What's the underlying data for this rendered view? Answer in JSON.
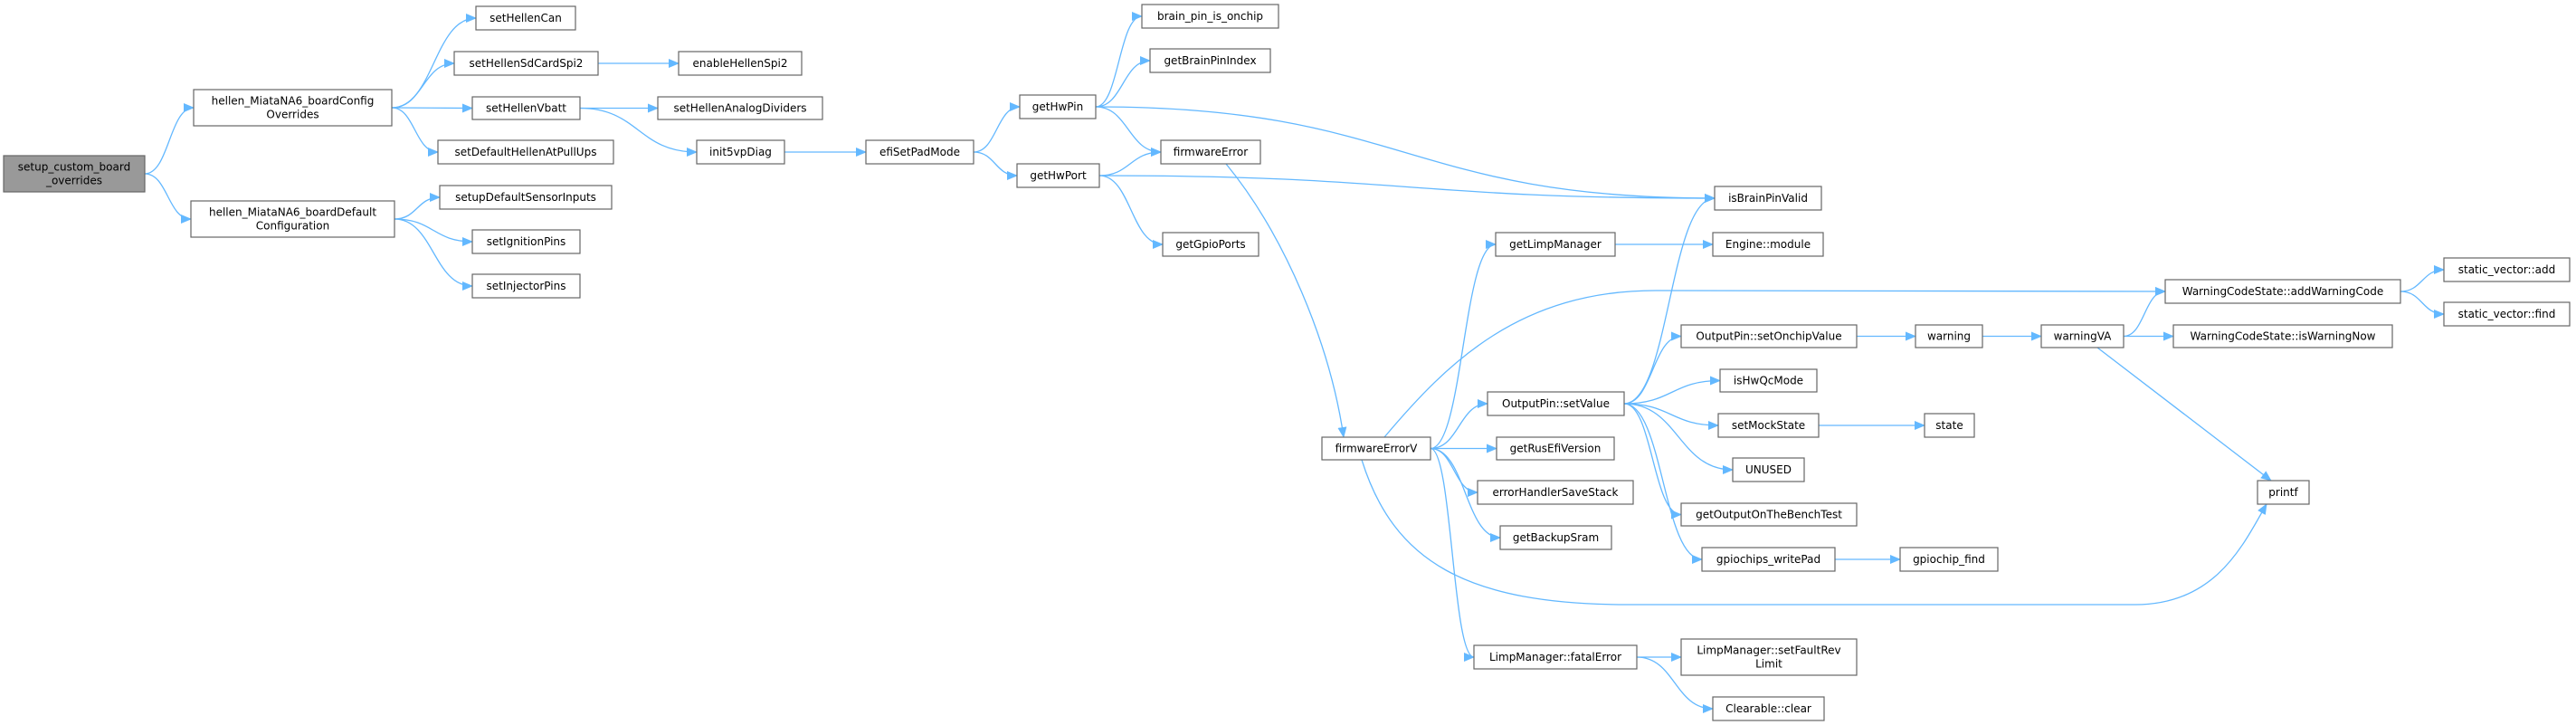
{
  "graph": {
    "edge_color": "#63b8ff",
    "node_border_color": "#666666",
    "root_fill_color": "#999999",
    "nodes": [
      {
        "lines": [
          "setup_custom_board",
          "_overrides"
        ],
        "root": true
      },
      {
        "lines": [
          "hellen_MiataNA6_boardConfig",
          "Overrides"
        ]
      },
      {
        "lines": [
          "hellen_MiataNA6_boardDefault",
          "Configuration"
        ]
      },
      {
        "lines": [
          "setHellenCan"
        ]
      },
      {
        "lines": [
          "setHellenSdCardSpi2"
        ]
      },
      {
        "lines": [
          "setHellenVbatt"
        ]
      },
      {
        "lines": [
          "setDefaultHellenAtPullUps"
        ]
      },
      {
        "lines": [
          "setupDefaultSensorInputs"
        ]
      },
      {
        "lines": [
          "setIgnitionPins"
        ]
      },
      {
        "lines": [
          "setInjectorPins"
        ]
      },
      {
        "lines": [
          "enableHellenSpi2"
        ]
      },
      {
        "lines": [
          "setHellenAnalogDividers"
        ]
      },
      {
        "lines": [
          "init5vpDiag"
        ]
      },
      {
        "lines": [
          "efiSetPadMode"
        ]
      },
      {
        "lines": [
          "getHwPin"
        ]
      },
      {
        "lines": [
          "getHwPort"
        ]
      },
      {
        "lines": [
          "brain_pin_is_onchip"
        ]
      },
      {
        "lines": [
          "getBrainPinIndex"
        ]
      },
      {
        "lines": [
          "firmwareError"
        ]
      },
      {
        "lines": [
          "getGpioPorts"
        ]
      },
      {
        "lines": [
          "firmwareErrorV"
        ]
      },
      {
        "lines": [
          "getLimpManager"
        ]
      },
      {
        "lines": [
          "OutputPin::setValue"
        ]
      },
      {
        "lines": [
          "getRusEfiVersion"
        ]
      },
      {
        "lines": [
          "errorHandlerSaveStack"
        ]
      },
      {
        "lines": [
          "getBackupSram"
        ]
      },
      {
        "lines": [
          "LimpManager::fatalError"
        ]
      },
      {
        "lines": [
          "isBrainPinValid"
        ]
      },
      {
        "lines": [
          "Engine::module"
        ]
      },
      {
        "lines": [
          "OutputPin::setOnchipValue"
        ]
      },
      {
        "lines": [
          "isHwQcMode"
        ]
      },
      {
        "lines": [
          "setMockState"
        ]
      },
      {
        "lines": [
          "UNUSED"
        ]
      },
      {
        "lines": [
          "getOutputOnTheBenchTest"
        ]
      },
      {
        "lines": [
          "gpiochips_writePad"
        ]
      },
      {
        "lines": [
          "LimpManager::setFaultRev",
          "Limit"
        ]
      },
      {
        "lines": [
          "Clearable::clear"
        ]
      },
      {
        "lines": [
          "warning"
        ]
      },
      {
        "lines": [
          "state"
        ]
      },
      {
        "lines": [
          "gpiochip_find"
        ]
      },
      {
        "lines": [
          "warningVA"
        ]
      },
      {
        "lines": [
          "WarningCodeState::addWarningCode"
        ]
      },
      {
        "lines": [
          "WarningCodeState::isWarningNow"
        ]
      },
      {
        "lines": [
          "printf"
        ]
      },
      {
        "lines": [
          "static_vector::add"
        ]
      },
      {
        "lines": [
          "static_vector::find"
        ]
      }
    ],
    "edges": [
      [
        0,
        1
      ],
      [
        0,
        2
      ],
      [
        1,
        3
      ],
      [
        1,
        4
      ],
      [
        1,
        5
      ],
      [
        1,
        6
      ],
      [
        4,
        10
      ],
      [
        5,
        11
      ],
      [
        5,
        12
      ],
      [
        12,
        13
      ],
      [
        2,
        7
      ],
      [
        2,
        8
      ],
      [
        2,
        9
      ],
      [
        13,
        14
      ],
      [
        13,
        15
      ],
      [
        14,
        16
      ],
      [
        14,
        17
      ],
      [
        14,
        18
      ],
      [
        14,
        27
      ],
      [
        15,
        18
      ],
      [
        15,
        27
      ],
      [
        15,
        19
      ],
      [
        18,
        20
      ],
      [
        20,
        21
      ],
      [
        20,
        41
      ],
      [
        20,
        22
      ],
      [
        20,
        23
      ],
      [
        20,
        24
      ],
      [
        20,
        25
      ],
      [
        20,
        43
      ],
      [
        20,
        26
      ],
      [
        21,
        28
      ],
      [
        22,
        27
      ],
      [
        22,
        29
      ],
      [
        22,
        30
      ],
      [
        22,
        31
      ],
      [
        22,
        32
      ],
      [
        22,
        33
      ],
      [
        22,
        34
      ],
      [
        29,
        37
      ],
      [
        37,
        40
      ],
      [
        40,
        41
      ],
      [
        40,
        42
      ],
      [
        40,
        43
      ],
      [
        41,
        44
      ],
      [
        41,
        45
      ],
      [
        31,
        38
      ],
      [
        34,
        39
      ],
      [
        26,
        35
      ],
      [
        26,
        36
      ]
    ]
  }
}
